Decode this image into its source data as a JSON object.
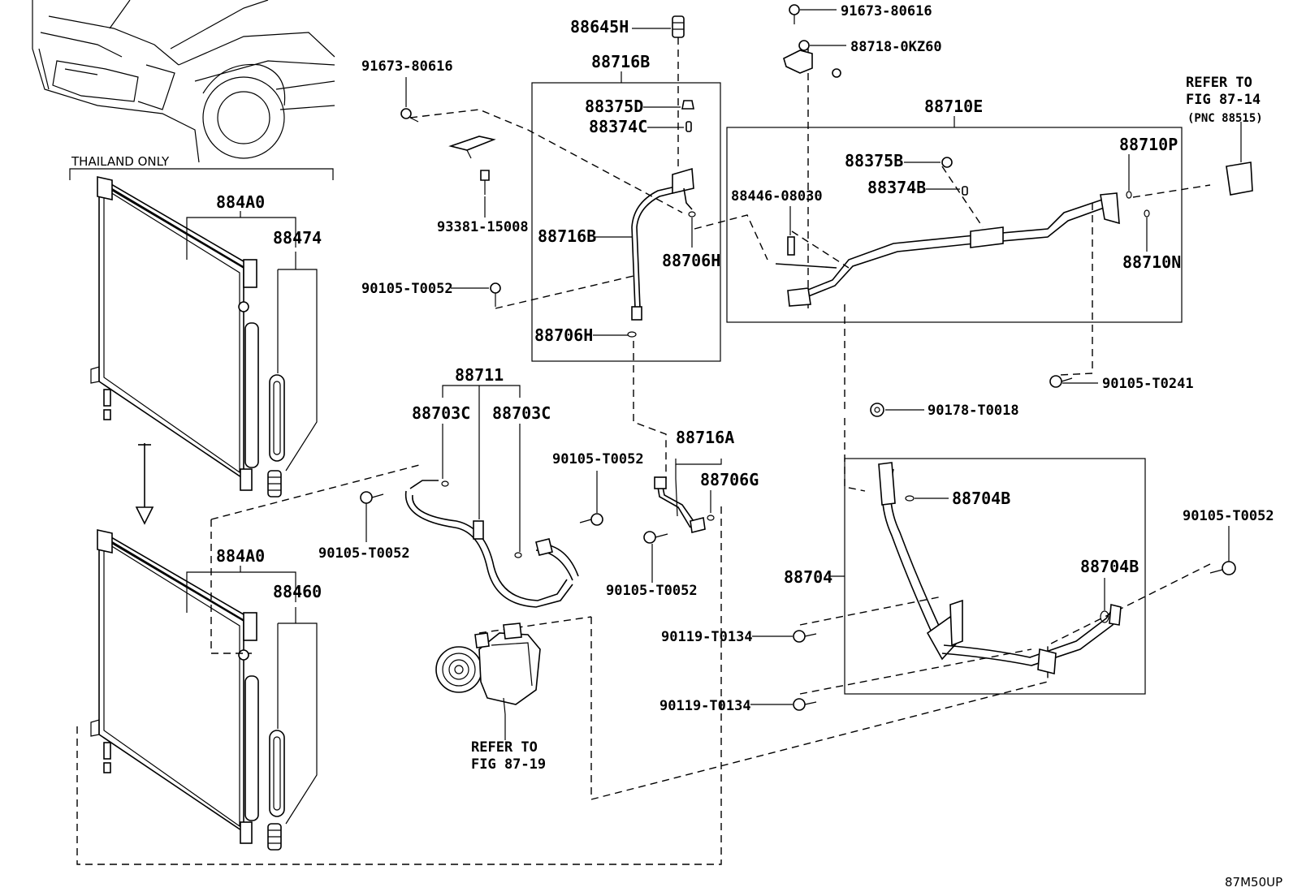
{
  "diagram_id": "87M50UP",
  "notes": {
    "thailand_only": "THAILAND ONLY",
    "refer_top_line1": "REFER TO",
    "refer_top_line2": "FIG 87-14",
    "refer_top_line3": "(PNC 88515)",
    "refer_bottom_line1": "REFER TO",
    "refer_bottom_line2": "FIG 87-19"
  },
  "parts": {
    "p_884A0_top": "884A0",
    "p_88474": "88474",
    "p_884A0_bottom": "884A0",
    "p_88460": "88460",
    "p_91673_80616_left": "91673-80616",
    "p_93381_15008": "93381-15008",
    "p_90105_T0052_a": "90105-T0052",
    "p_88645H": "88645H",
    "p_88716B_top": "88716B",
    "p_88375D": "88375D",
    "p_88374C": "88374C",
    "p_88716B_mid": "88716B",
    "p_88706H_right": "88706H",
    "p_88706H_left": "88706H",
    "p_91673_80616_top": "91673-80616",
    "p_88718_0KZ60": "88718-0KZ60",
    "p_88710E": "88710E",
    "p_88375B": "88375B",
    "p_88374B": "88374B",
    "p_88446_08030": "88446-08030",
    "p_88710P": "88710P",
    "p_88710N": "88710N",
    "p_90105_T0241": "90105-T0241",
    "p_90178_T0018": "90178-T0018",
    "p_88711": "88711",
    "p_88703C_left": "88703C",
    "p_88703C_right": "88703C",
    "p_90105_T0052_b": "90105-T0052",
    "p_90105_T0052_c": "90105-T0052",
    "p_88716A": "88716A",
    "p_88706G": "88706G",
    "p_90105_T0052_d": "90105-T0052",
    "p_88704B_top": "88704B",
    "p_88704": "88704",
    "p_88704B_right": "88704B",
    "p_90105_T0052_e": "90105-T0052",
    "p_90119_T0134_a": "90119-T0134",
    "p_90119_T0134_b": "90119-T0134"
  }
}
